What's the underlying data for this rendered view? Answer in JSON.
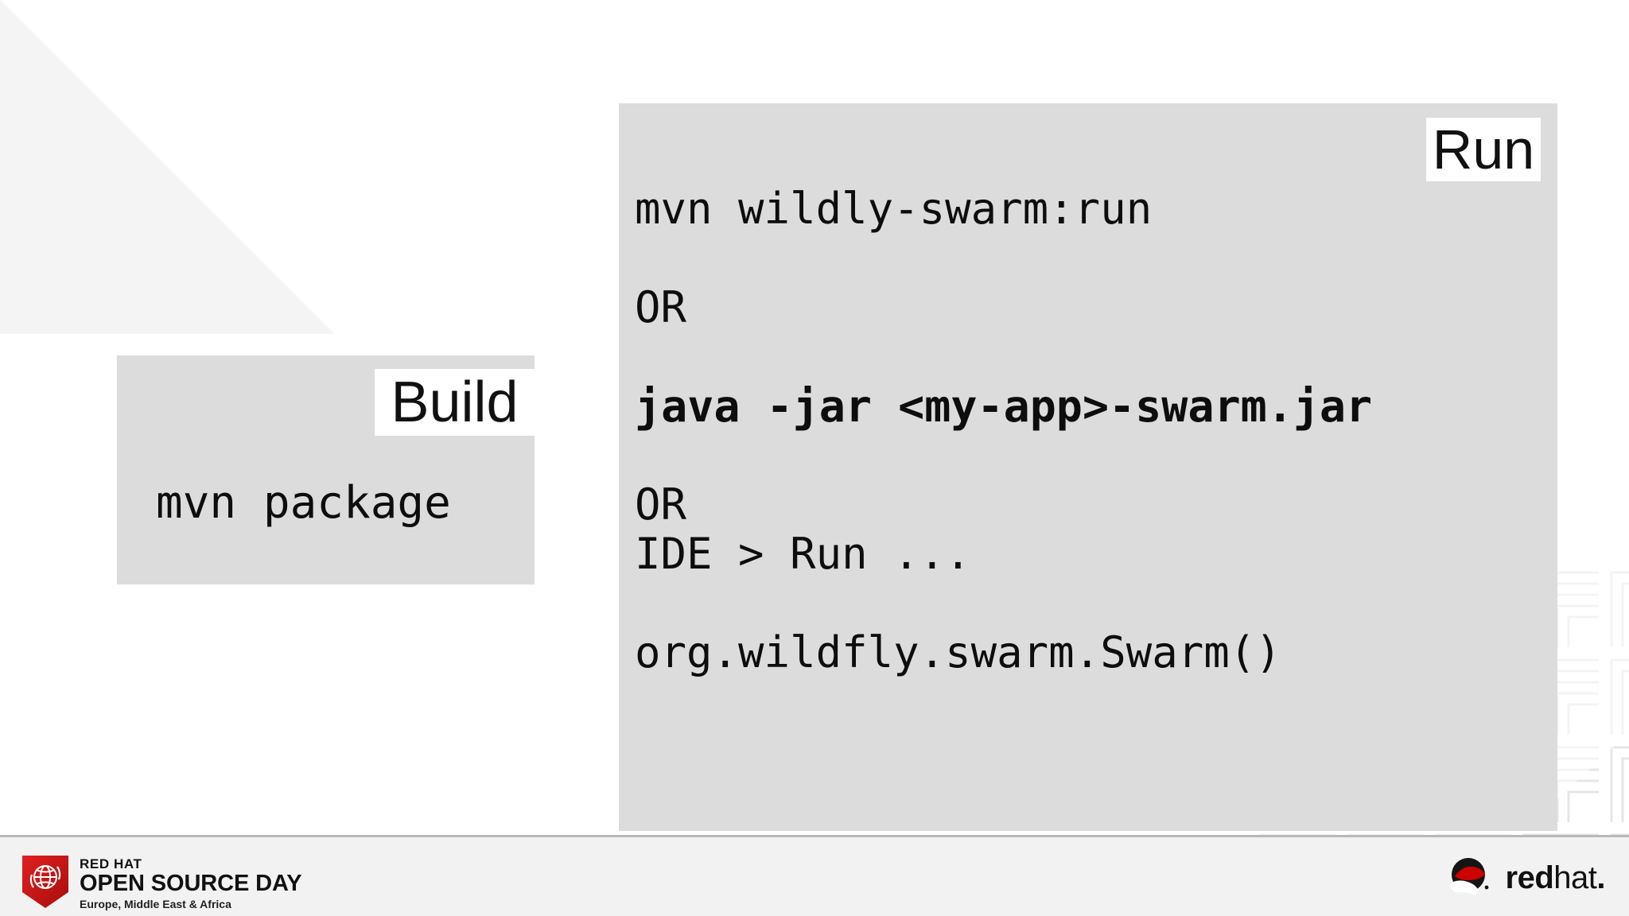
{
  "slide": {
    "background_color": "#ffffff",
    "panel_color": "#dcdcdc",
    "chip_color": "#ffffff",
    "text_color": "#0d0d0d",
    "accent_red": "#cc0000"
  },
  "build_panel": {
    "heading": "Build",
    "code": "mvn package"
  },
  "run_panel": {
    "heading": "Run",
    "lines": [
      {
        "text": "mvn wildly-swarm:run",
        "bold": false
      },
      {
        "text": "",
        "bold": false
      },
      {
        "text": "OR",
        "bold": false
      },
      {
        "text": "",
        "bold": false
      },
      {
        "text": "java -jar <my-app>-swarm.jar",
        "bold": true
      },
      {
        "text": "",
        "bold": false
      },
      {
        "text": "OR",
        "bold": false
      },
      {
        "text": "IDE > Run ...",
        "bold": false
      },
      {
        "text": "",
        "bold": false
      },
      {
        "text": "org.wildfly.swarm.Swarm()",
        "bold": false
      }
    ]
  },
  "footer": {
    "event_logo": {
      "line1": "RED HAT",
      "line2": "OPEN SOURCE DAY",
      "line3": "Europe, Middle East & Africa"
    },
    "brand_logo": {
      "word_bold": "red",
      "word_light": "hat",
      "word_dot": "."
    }
  }
}
